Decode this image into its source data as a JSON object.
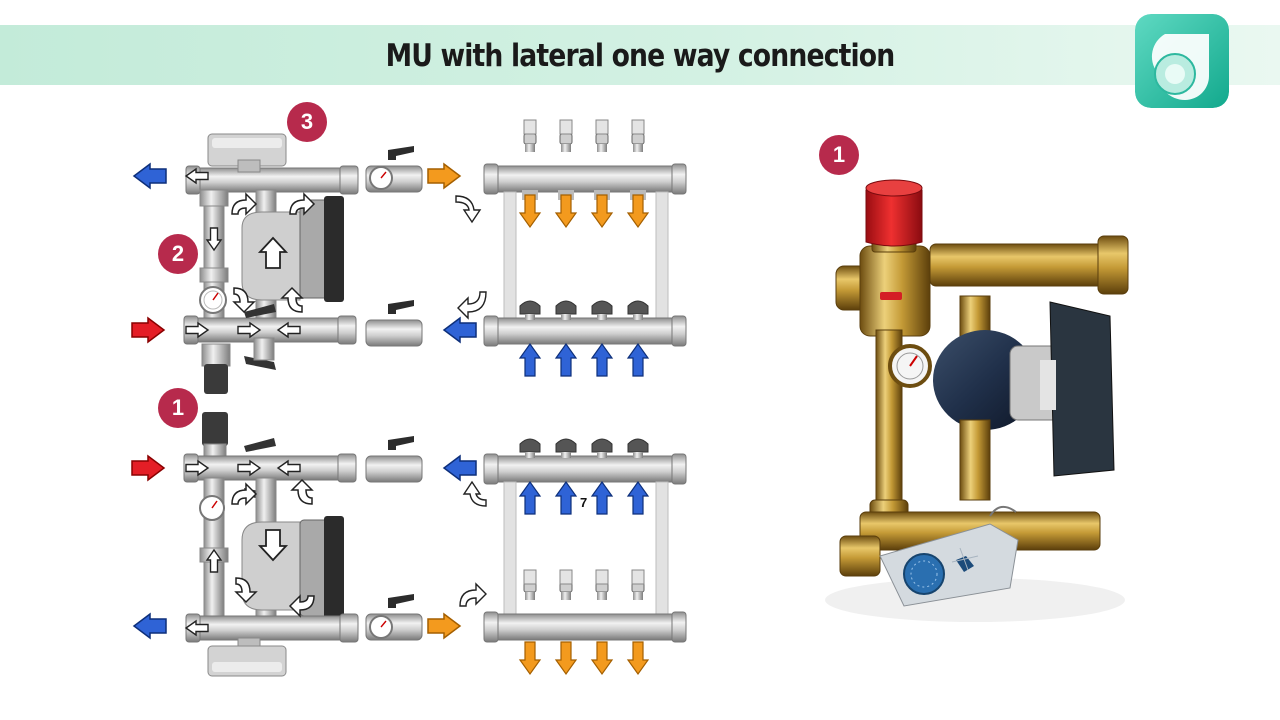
{
  "title": "MU with lateral one way connection",
  "badges": {
    "photo": "1",
    "top_valve": "3",
    "top_pump": "2",
    "bottom_unit": "1"
  },
  "small_label": "7",
  "colors": {
    "supply_hot": "#e41e26",
    "return_cold": "#2f63d6",
    "manifold_flow": "#f39a1e",
    "badge": "#b72a4c",
    "title_band": "#c3ebd9",
    "logo": "#1fb9a0"
  },
  "icons": [
    "logo-icon",
    "arrow-icons",
    "pump-icon",
    "thermometer-icon",
    "ball-valve-icon",
    "manifold-icon",
    "thermostatic-valve-icon"
  ]
}
